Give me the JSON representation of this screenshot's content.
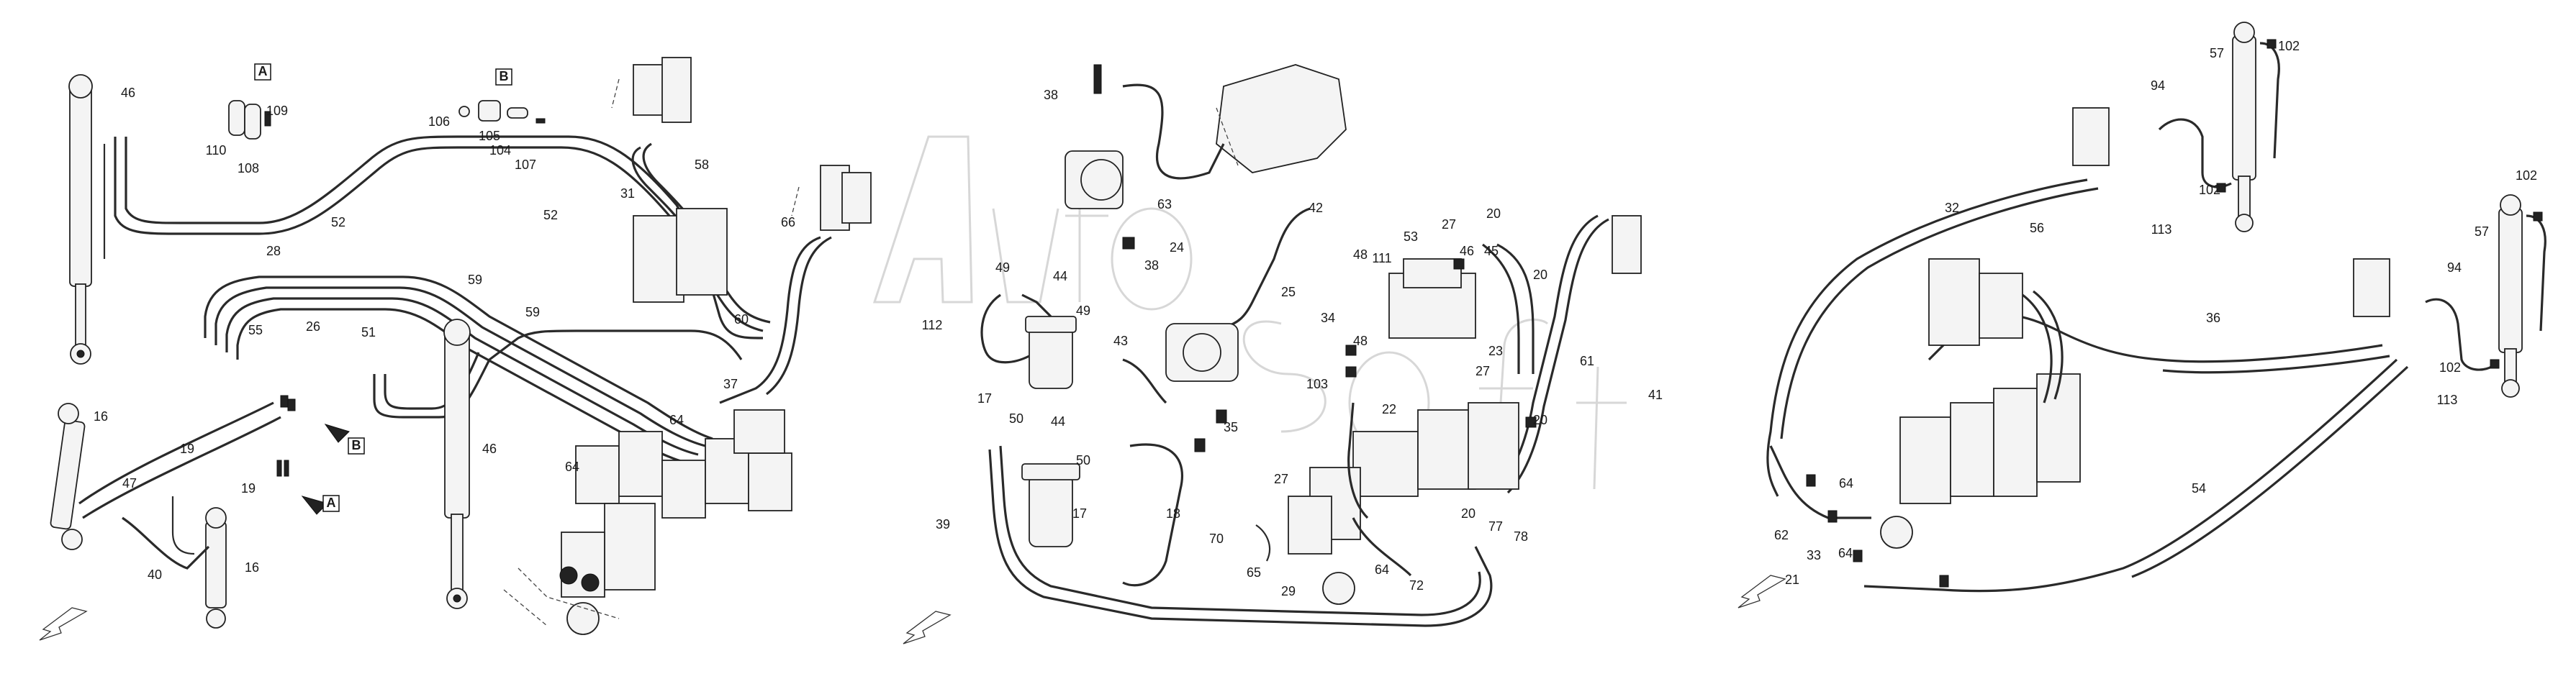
{
  "labels": [
    {
      "text": "46"
    },
    {
      "text": "A"
    },
    {
      "text": "109"
    },
    {
      "text": "110"
    },
    {
      "text": "108"
    },
    {
      "text": "B"
    },
    {
      "text": "106"
    },
    {
      "text": "105"
    },
    {
      "text": "104"
    },
    {
      "text": "107"
    },
    {
      "text": "52"
    },
    {
      "text": "52"
    },
    {
      "text": "58"
    },
    {
      "text": "31"
    },
    {
      "text": "66"
    },
    {
      "text": "28"
    },
    {
      "text": "55"
    },
    {
      "text": "26"
    },
    {
      "text": "51"
    },
    {
      "text": "59"
    },
    {
      "text": "59"
    },
    {
      "text": "60"
    },
    {
      "text": "37"
    },
    {
      "text": "16"
    },
    {
      "text": "19"
    },
    {
      "text": "47"
    },
    {
      "text": "B"
    },
    {
      "text": "19"
    },
    {
      "text": "A"
    },
    {
      "text": "46"
    },
    {
      "text": "64"
    },
    {
      "text": "64"
    },
    {
      "text": "40"
    },
    {
      "text": "16"
    },
    {
      "text": "38"
    },
    {
      "text": "63"
    },
    {
      "text": "42"
    },
    {
      "text": "49"
    },
    {
      "text": "112"
    },
    {
      "text": "44"
    },
    {
      "text": "49"
    },
    {
      "text": "24"
    },
    {
      "text": "38"
    },
    {
      "text": "25"
    },
    {
      "text": "43"
    },
    {
      "text": "34"
    },
    {
      "text": "48"
    },
    {
      "text": "48"
    },
    {
      "text": "111"
    },
    {
      "text": "53"
    },
    {
      "text": "27"
    },
    {
      "text": "20"
    },
    {
      "text": "46"
    },
    {
      "text": "45"
    },
    {
      "text": "20"
    },
    {
      "text": "23"
    },
    {
      "text": "27"
    },
    {
      "text": "61"
    },
    {
      "text": "103"
    },
    {
      "text": "22"
    },
    {
      "text": "20"
    },
    {
      "text": "41"
    },
    {
      "text": "17"
    },
    {
      "text": "50"
    },
    {
      "text": "44"
    },
    {
      "text": "50"
    },
    {
      "text": "35"
    },
    {
      "text": "17"
    },
    {
      "text": "18"
    },
    {
      "text": "39"
    },
    {
      "text": "27"
    },
    {
      "text": "70"
    },
    {
      "text": "65"
    },
    {
      "text": "29"
    },
    {
      "text": "64"
    },
    {
      "text": "72"
    },
    {
      "text": "20"
    },
    {
      "text": "77"
    },
    {
      "text": "78"
    },
    {
      "text": "57"
    },
    {
      "text": "102"
    },
    {
      "text": "94"
    },
    {
      "text": "102"
    },
    {
      "text": "113"
    },
    {
      "text": "32"
    },
    {
      "text": "56"
    },
    {
      "text": "102"
    },
    {
      "text": "57"
    },
    {
      "text": "94"
    },
    {
      "text": "36"
    },
    {
      "text": "102"
    },
    {
      "text": "113"
    },
    {
      "text": "64"
    },
    {
      "text": "54"
    },
    {
      "text": "62"
    },
    {
      "text": "33"
    },
    {
      "text": "64"
    },
    {
      "text": "21"
    }
  ]
}
